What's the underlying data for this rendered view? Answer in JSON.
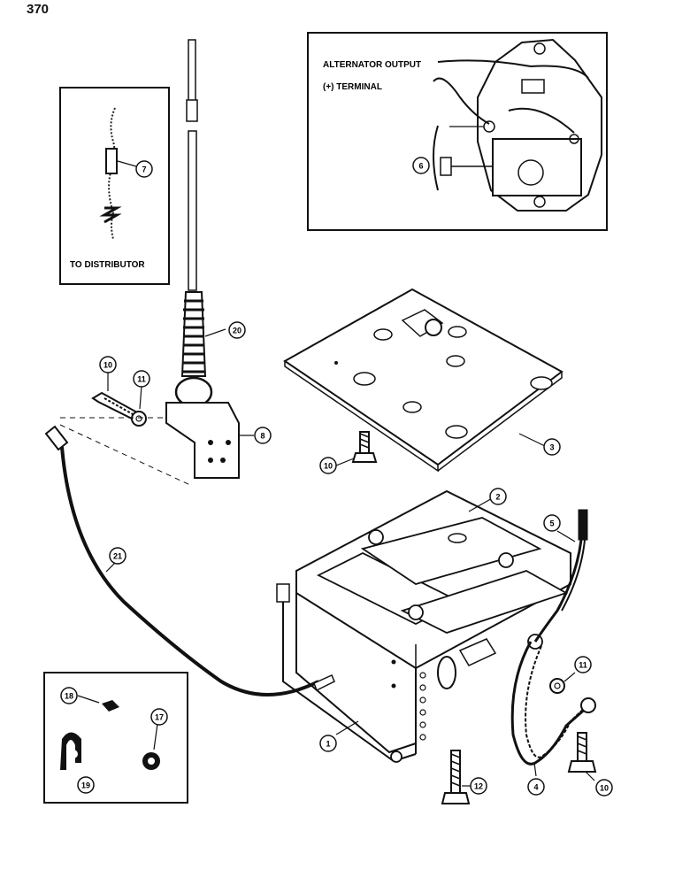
{
  "page_number": "370",
  "inset_distributor": {
    "label": "TO DISTRIBUTOR"
  },
  "inset_alternator": {
    "label_output": "ALTERNATOR OUTPUT",
    "label_terminal": "(+) TERMINAL"
  },
  "callouts": {
    "c1": "1",
    "c2": "2",
    "c3": "3",
    "c4": "4",
    "c5": "5",
    "c6": "6",
    "c7": "7",
    "c8": "8",
    "c10a": "10",
    "c10b": "10",
    "c10c": "10",
    "c11a": "11",
    "c11b": "11",
    "c12": "12",
    "c17": "17",
    "c18": "18",
    "c19": "19",
    "c20": "20",
    "c21": "21"
  }
}
